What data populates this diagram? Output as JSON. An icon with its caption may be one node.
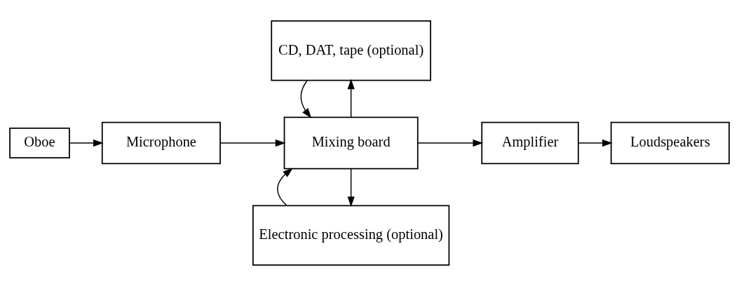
{
  "diagram": {
    "nodes": [
      {
        "text": [
          "Oboe"
        ]
      },
      {
        "text": [
          "Microphone"
        ]
      },
      {
        "text": [
          "Mixing board"
        ]
      },
      {
        "text": [
          "Electronic processing (optional)"
        ]
      },
      {
        "text": [
          "CD, DAT, tape (optional)"
        ]
      },
      {
        "text": [
          "Amplifier"
        ]
      },
      {
        "text": [
          "Loudspeakers"
        ]
      }
    ],
    "edges": [
      {
        "from": 0,
        "to": 1,
        "arrow": "to"
      },
      {
        "from": 1,
        "to": 2,
        "arrow": "to"
      },
      {
        "from": 2,
        "to": 3,
        "arrow": "to"
      },
      {
        "from": 3,
        "to": 2,
        "arrow": "to"
      },
      {
        "from": 2,
        "to": 4,
        "arrow": "to"
      },
      {
        "from": 4,
        "to": 2,
        "arrow": "to"
      },
      {
        "from": 2,
        "to": 5,
        "arrow": "to"
      },
      {
        "from": 5,
        "to": 6,
        "arrow": "to"
      }
    ]
  }
}
